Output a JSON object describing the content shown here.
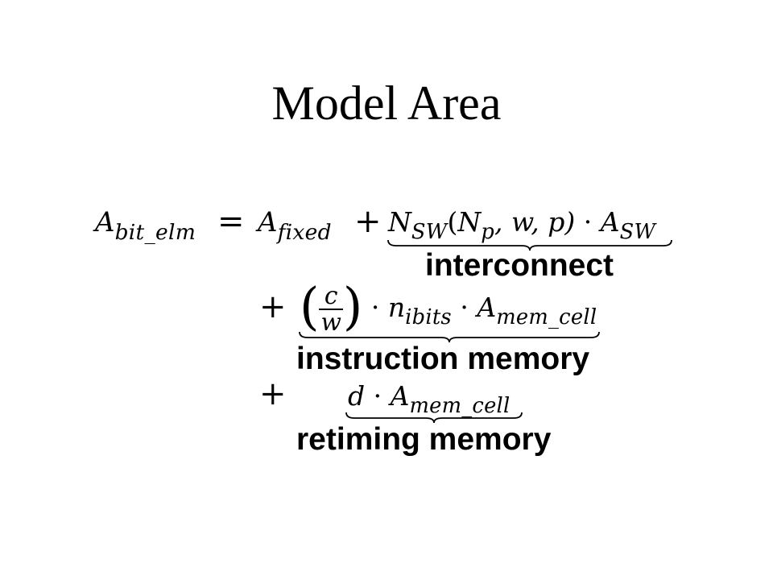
{
  "slide": {
    "title": "Model Area"
  },
  "equation": {
    "lhs": {
      "symbol": "A",
      "subscript": "bit_elm"
    },
    "equals": "=",
    "plus": "+",
    "term_fixed": {
      "symbol": "A",
      "subscript": "fixed"
    },
    "interconnect": {
      "n_symbol": "N",
      "n_subscript": "SW",
      "args_open": "(",
      "np_symbol": "N",
      "np_subscript": "p",
      "args_rest": ", w, p)",
      "dot": "·",
      "a_symbol": "A",
      "a_subscript": "SW",
      "label": "interconnect"
    },
    "instruction_memory": {
      "paren_open": "(",
      "frac_num": "c",
      "frac_den": "w",
      "paren_close": ")",
      "dot1": "·",
      "n_symbol": "n",
      "n_subscript": "ibits",
      "dot2": "·",
      "a_symbol": "A",
      "a_subscript": "mem_cell",
      "label": "instruction memory"
    },
    "retiming_memory": {
      "d_symbol": "d",
      "dot": "·",
      "a_symbol": "A",
      "a_subscript": "mem_cell",
      "label": "retiming memory"
    }
  }
}
